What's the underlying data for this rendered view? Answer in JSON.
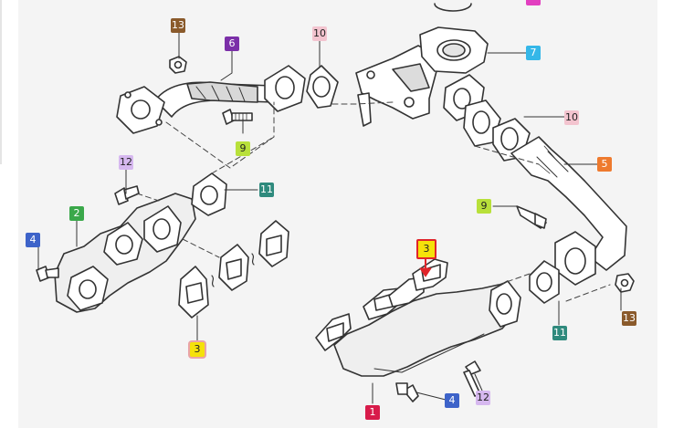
{
  "colors": {
    "selected_border": "#e0242a",
    "arrow": "#e0242a",
    "line": "#333333",
    "fill": "#ffffff",
    "shade": "#cfcfcf"
  },
  "callouts": [
    {
      "id": "c13a",
      "label": "13",
      "color": "#8a5a2b",
      "dark": false,
      "selected": false
    },
    {
      "id": "c6",
      "label": "6",
      "color": "#7b2fa8",
      "dark": false,
      "selected": false
    },
    {
      "id": "c10a",
      "label": "10",
      "color": "#f3c4cf",
      "dark": true,
      "selected": false
    },
    {
      "id": "c7",
      "label": "7",
      "color": "#35b7e8",
      "dark": false,
      "selected": false
    },
    {
      "id": "c10b",
      "label": "10",
      "color": "#f3c4cf",
      "dark": true,
      "selected": false
    },
    {
      "id": "c9a",
      "label": "9",
      "color": "#b8e03a",
      "dark": true,
      "selected": false
    },
    {
      "id": "c12a",
      "label": "12",
      "color": "#d6b8ef",
      "dark": true,
      "selected": false
    },
    {
      "id": "c11a",
      "label": "11",
      "color": "#2f8a7d",
      "dark": false,
      "selected": false
    },
    {
      "id": "c5",
      "label": "5",
      "color": "#ee7a2e",
      "dark": false,
      "selected": false
    },
    {
      "id": "c2",
      "label": "2",
      "color": "#3aa84a",
      "dark": false,
      "selected": false
    },
    {
      "id": "c4a",
      "label": "4",
      "color": "#3d63c9",
      "dark": false,
      "selected": false
    },
    {
      "id": "c9b",
      "label": "9",
      "color": "#b8e03a",
      "dark": true,
      "selected": false
    },
    {
      "id": "c3a",
      "label": "3",
      "color": "#f5e10a",
      "dark": true,
      "selected": true
    },
    {
      "id": "c3b",
      "label": "3",
      "color": "#f5e10a",
      "dark": true,
      "selected": false,
      "ring": true
    },
    {
      "id": "c13b",
      "label": "13",
      "color": "#8a5a2b",
      "dark": false,
      "selected": false
    },
    {
      "id": "c11b",
      "label": "11",
      "color": "#2f8a7d",
      "dark": false,
      "selected": false
    },
    {
      "id": "c4b",
      "label": "4",
      "color": "#3d63c9",
      "dark": false,
      "selected": false
    },
    {
      "id": "c12b",
      "label": "12",
      "color": "#d6b8ef",
      "dark": true,
      "selected": false
    },
    {
      "id": "c1",
      "label": "1",
      "color": "#d81b4a",
      "dark": false,
      "selected": false
    },
    {
      "id": "c_top",
      "label": "",
      "color": "#e23fc0",
      "dark": false,
      "selected": false
    }
  ]
}
